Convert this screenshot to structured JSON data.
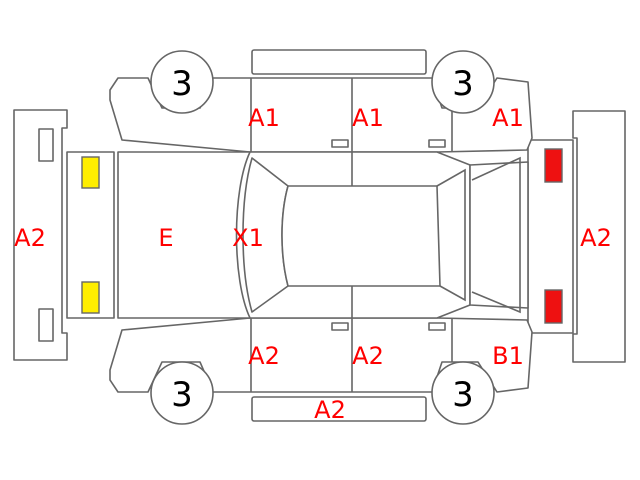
{
  "wheel_label": "3",
  "regions": {
    "front_left_door": "A1",
    "rear_left_door": "A1",
    "rear_left_fender": "A1",
    "front_bumper": "A2",
    "rear_bumper": "A2",
    "hood": "E",
    "windshield": "X1",
    "front_right_door": "A2",
    "rear_right_door": "A2",
    "right_rocker": "A2",
    "rear_right_fender": "B1"
  },
  "colors": {
    "outline": "#666666",
    "label": "#ff0000",
    "headlight": "#ffee00",
    "taillight": "#ee1111"
  }
}
